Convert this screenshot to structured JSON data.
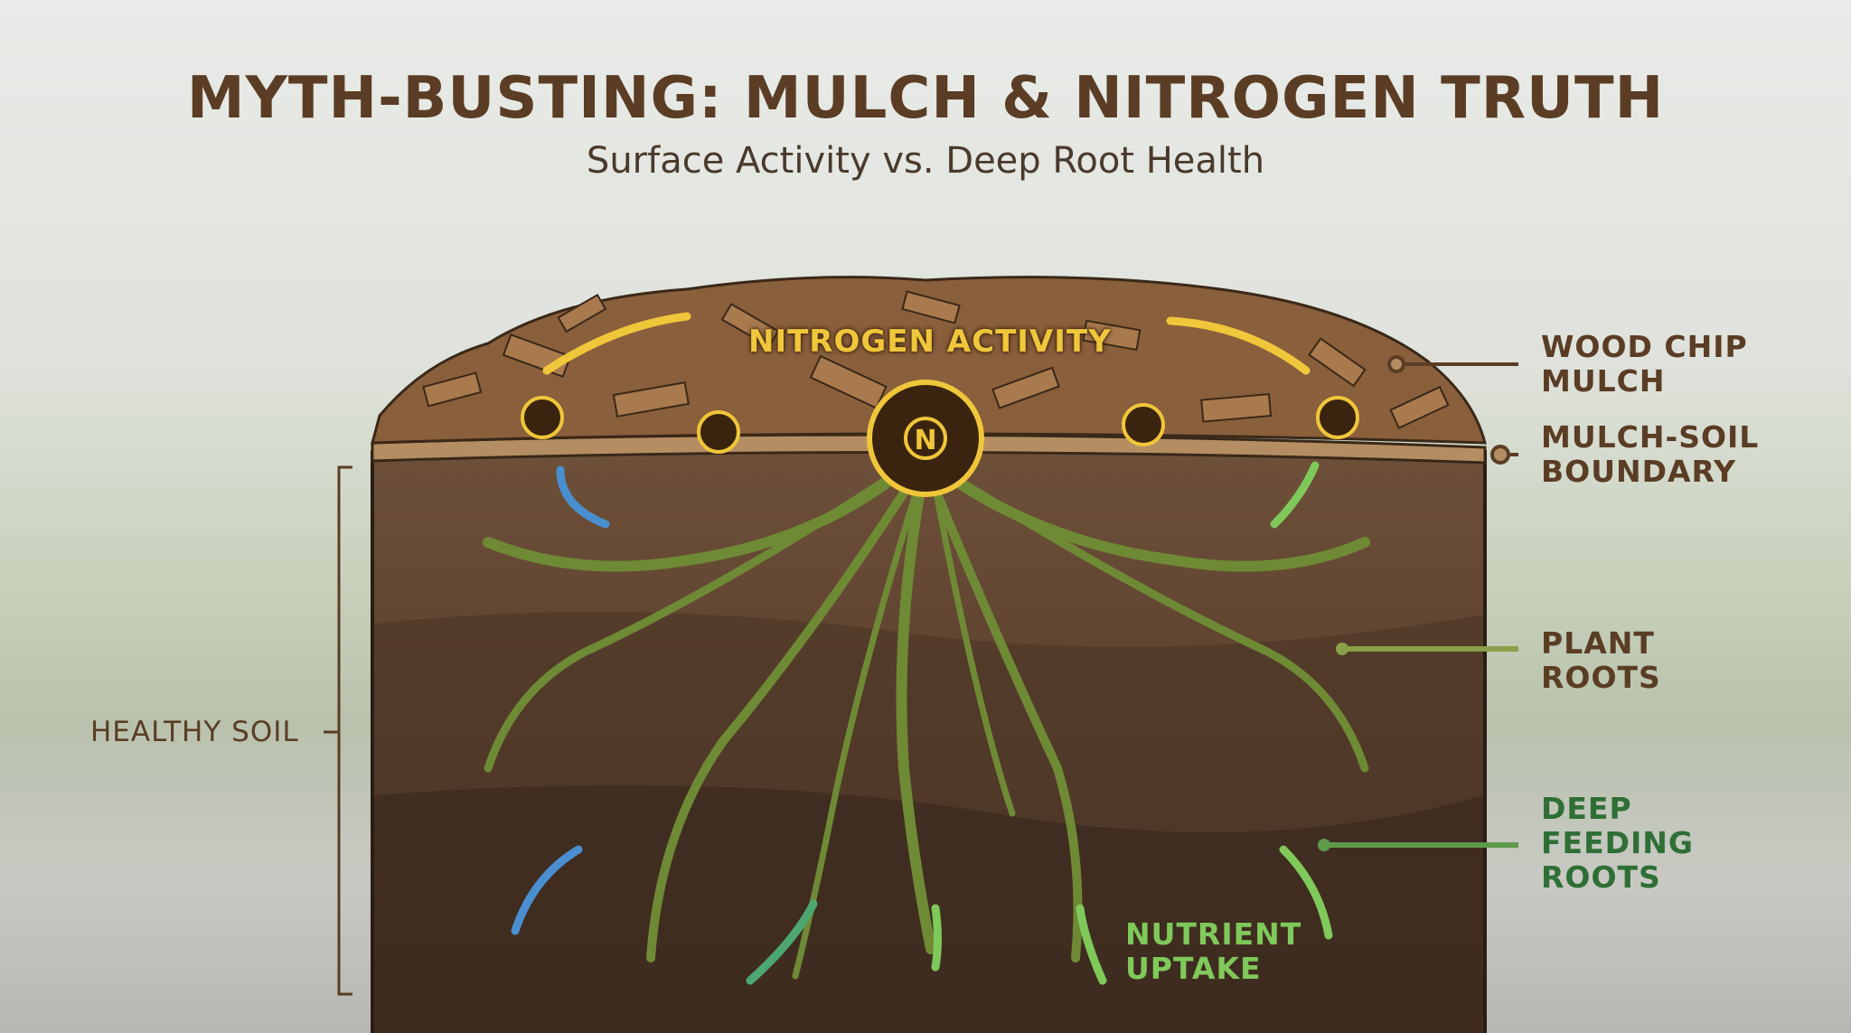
{
  "title": "MYTH-BUSTING: MULCH & NITROGEN TRUTH",
  "subtitle": "Surface Activity vs. Deep Root Health",
  "center_label": "NITROGEN ACTIVITY",
  "nitrogen_symbol": "N",
  "labels": {
    "wood_chip": [
      "WOOD CHIP",
      "MULCH"
    ],
    "boundary": [
      "MULCH-SOIL",
      "BOUNDARY"
    ],
    "plant_roots": [
      "PLANT",
      "ROOTS"
    ],
    "deep_roots": [
      "DEEP",
      "FEEDING",
      "ROOTS"
    ],
    "healthy_soil": "HEALTHY SOIL",
    "nutrient_uptake": [
      "NUTRIENT",
      "UPTAKE"
    ]
  },
  "colors": {
    "title": "#5a3d24",
    "accent": "#f0c63a",
    "green": "#2f6f36",
    "soil": "#5e4330"
  }
}
